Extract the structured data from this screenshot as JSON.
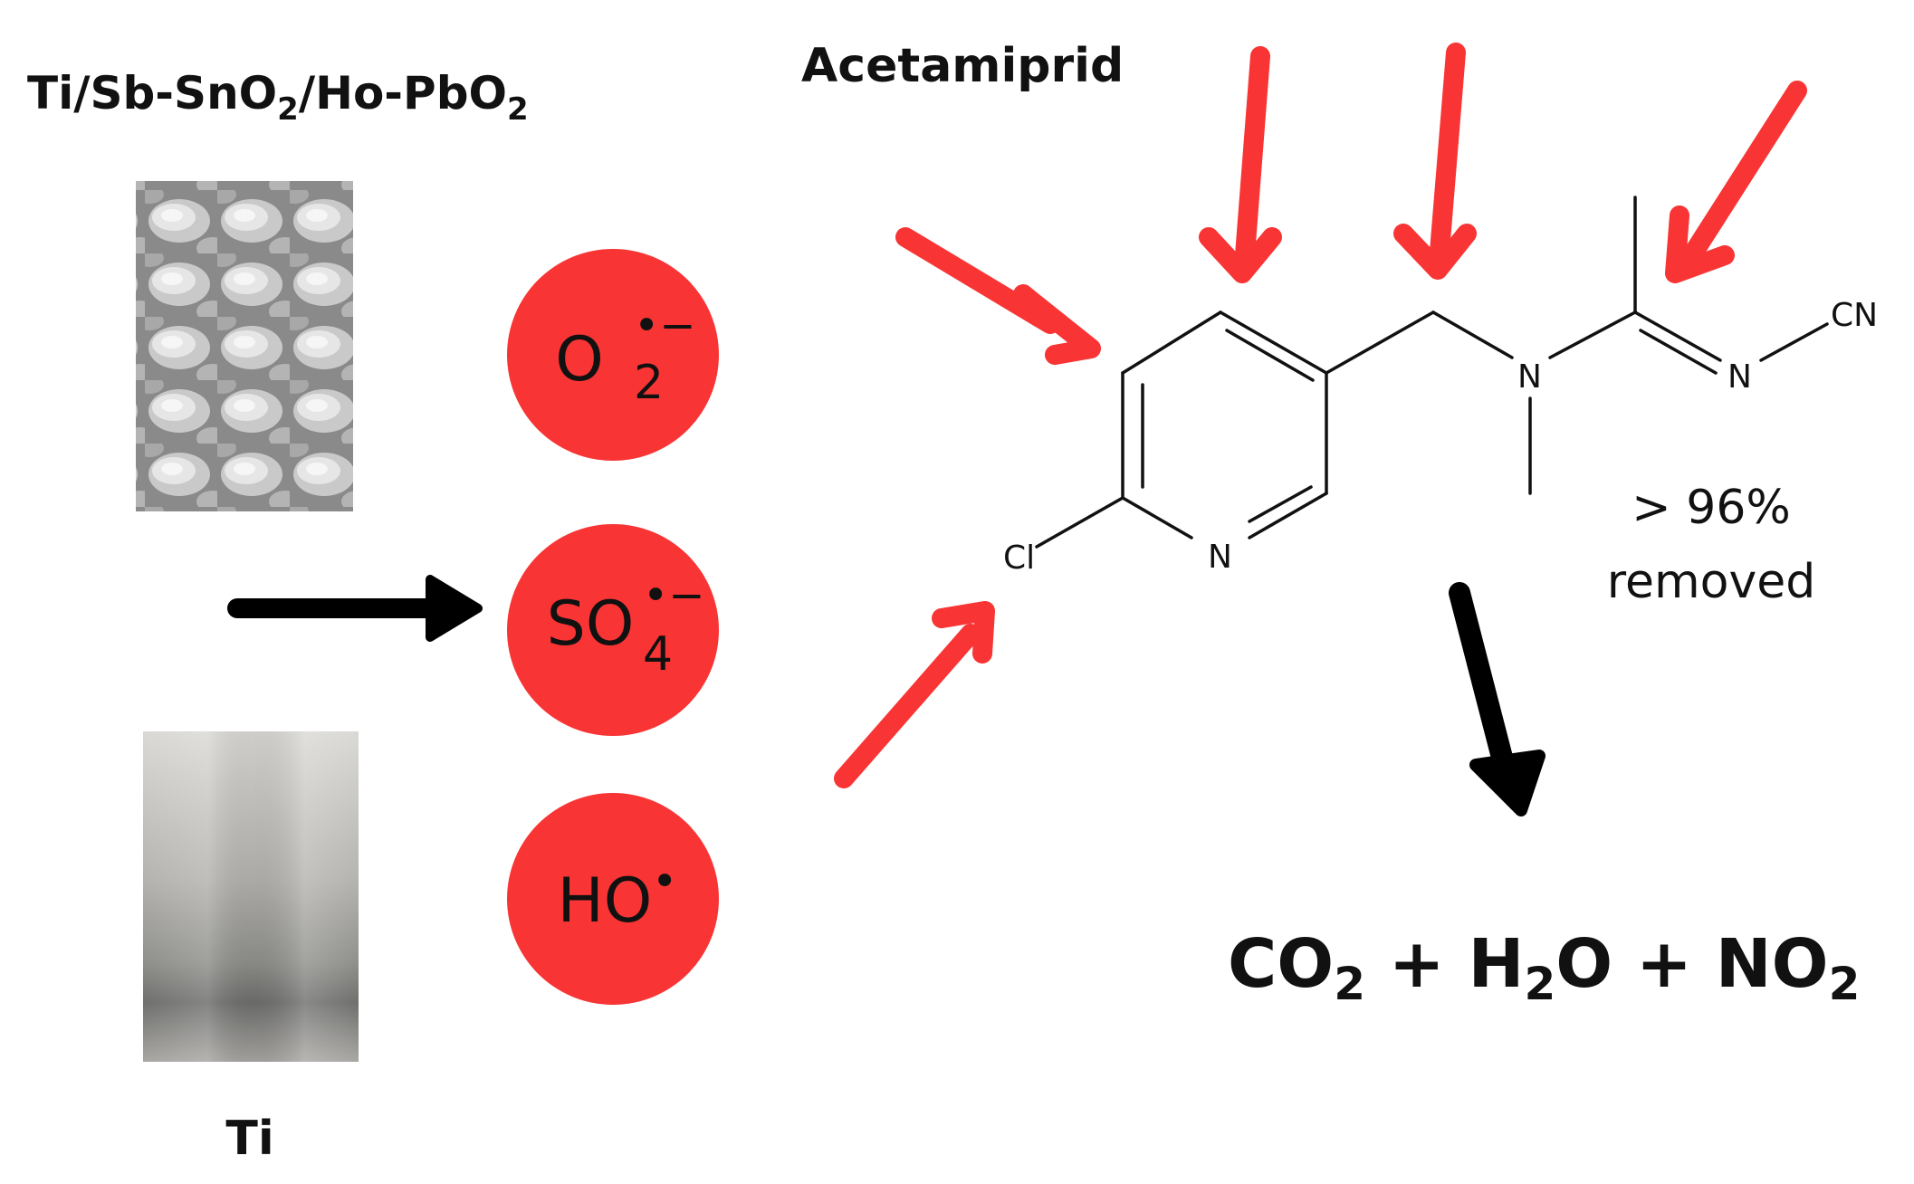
{
  "electrode_top": {
    "label_parts": [
      "Ti/Sb-SnO",
      "2",
      "/Ho-PbO",
      "2"
    ],
    "image": "sem-micrograph-grayscale"
  },
  "electrode_bottom": {
    "label": "Ti",
    "image": "brushed-titanium-plate"
  },
  "radicals": [
    {
      "base": "O",
      "sub": "2",
      "sup": "•−"
    },
    {
      "base": "SO",
      "sub": "4",
      "sup": "•−"
    },
    {
      "base": "HO",
      "sub": "",
      "sup": "•"
    }
  ],
  "molecule": {
    "name": "Acetamiprid",
    "atoms": {
      "cl": "Cl",
      "ring_n": "N",
      "amine_n": "N",
      "imine_n": "N",
      "cn": "CN"
    }
  },
  "removal": {
    "line1": "> 96%",
    "line2": "removed"
  },
  "products": {
    "parts": [
      "CO",
      "2",
      " + H",
      "2",
      "O + NO",
      "2"
    ]
  },
  "colors": {
    "radical": "#F93434",
    "attack_arrow": "#F93434",
    "flow_arrow": "#000000"
  }
}
